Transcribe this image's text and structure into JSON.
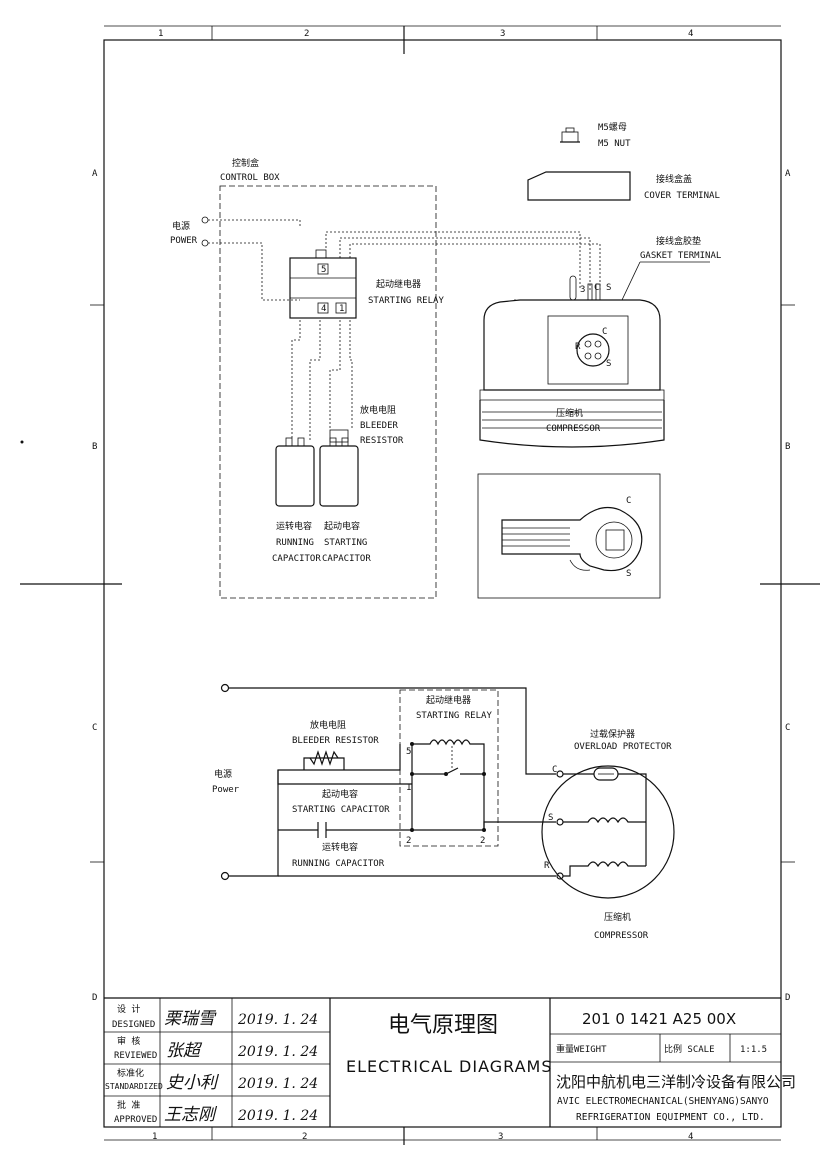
{
  "frame": {
    "cols_top": [
      "1",
      "2",
      "3",
      "4"
    ],
    "cols_bottom": [
      "1",
      "2",
      "3",
      "4"
    ],
    "rows_left": [
      "A",
      "B",
      "C",
      "D"
    ],
    "rows_right": [
      "A",
      "B",
      "C",
      "D"
    ]
  },
  "top": {
    "nut_cn": "M5螺母",
    "nut_en": "M5 NUT",
    "cover_cn": "接线盒盖",
    "cover_en": "COVER TERMINAL",
    "gasket_cn": "接线盒胶垫",
    "gasket_en": "GASKET TERMINAL",
    "control_box_cn": "控制盒",
    "control_box_en": "CONTROL BOX",
    "power_cn": "电源",
    "power_en": "POWER",
    "relay_cn": "起动继电器",
    "relay_en": "STARTING RELAY",
    "relay_pins": [
      "5",
      "4",
      "1"
    ],
    "bleeder_cn": "放电电阻",
    "bleeder_en1": "BLEEDER",
    "bleeder_en2": "RESISTOR",
    "run_cap_cn": "运转电容",
    "run_cap_en1": "RUNNING",
    "run_cap_en2": "CAPACITOR",
    "start_cap_cn": "起动电容",
    "start_cap_en1": "STARTING",
    "start_cap_en2": "CAPACITOR",
    "compressor_cn": "压缩机",
    "compressor_en": "COMPRESSOR",
    "terminal_labels": [
      "3",
      "C",
      "S"
    ],
    "pin_c": "C",
    "pin_s": "S",
    "pin_r": "R",
    "detail_c": "C",
    "detail_s": "S"
  },
  "schematic": {
    "power_cn": "电源",
    "power_en": "Power",
    "relay_cn": "起动继电器",
    "relay_en": "STARTING RELAY",
    "bleeder_cn": "放电电阻",
    "bleeder_en": "BLEEDER RESISTOR",
    "start_cap_cn": "起动电容",
    "start_cap_en": "STARTING CAPACITOR",
    "run_cap_cn": "运转电容",
    "run_cap_en": "RUNNING CAPACITOR",
    "overload_cn": "过载保护器",
    "overload_en": "OVERLOAD PROTECTOR",
    "compressor_cn": "压缩机",
    "compressor_en": "COMPRESSOR",
    "pin_5": "5",
    "pin_1": "1",
    "pin_2a": "2",
    "pin_2b": "2",
    "pin_c": "C",
    "pin_s": "S",
    "pin_r": "R"
  },
  "title_block": {
    "designed_cn": "设 计",
    "designed_en": "DESIGNED",
    "designed_sig": "栗瑞雪",
    "designed_date": "2019. 1. 24",
    "reviewed_cn": "审 核",
    "reviewed_en": "REVIEWED",
    "reviewed_sig": "张超",
    "reviewed_date": "2019. 1. 24",
    "standardized_cn": "标准化",
    "standardized_en": "STANDARDIZED",
    "standardized_sig": "史小利",
    "standardized_date": "2019. 1. 24",
    "approved_cn": "批 准",
    "approved_en": "APPROVED",
    "approved_sig": "王志刚",
    "approved_date": "2019. 1. 24",
    "title_cn": "电气原理图",
    "title_en": "ELECTRICAL DIAGRAMS",
    "drawing_no": "201 0 1421 A25 00X",
    "weight_label": "重量WEIGHT",
    "scale_label": "比例 SCALE",
    "scale_value": "1:1.5",
    "company_cn": "沈阳中航机电三洋制冷设备有限公司",
    "company_en1": "AVIC ELECTROMECHANICAL(SHENYANG)SANYO",
    "company_en2": "REFRIGERATION EQUIPMENT CO., LTD."
  }
}
